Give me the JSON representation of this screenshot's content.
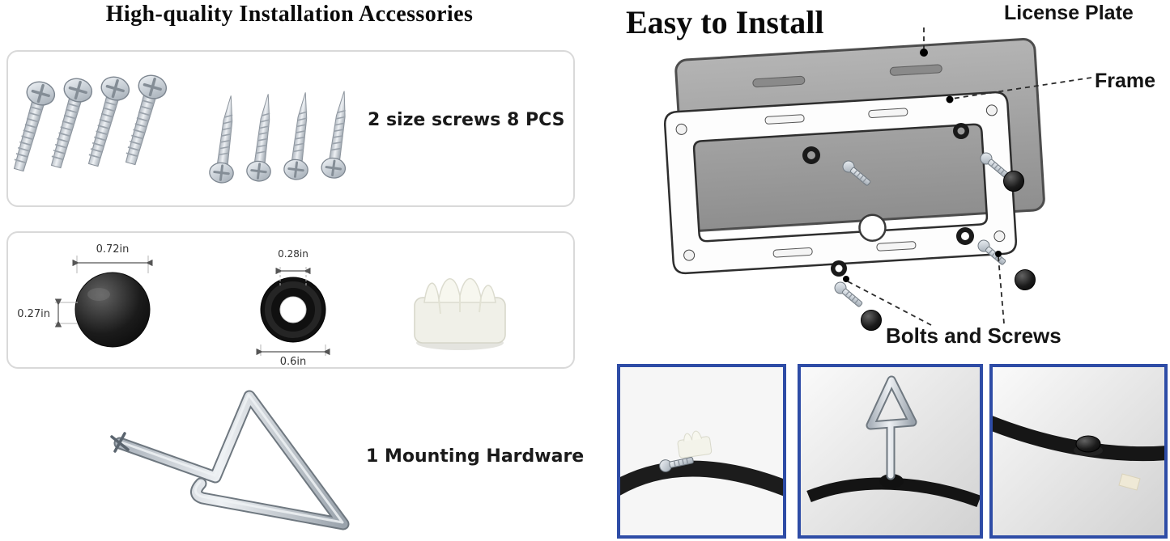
{
  "colors": {
    "photo_border": "#2e4ca6",
    "plate_gray": "#a3a3a3",
    "hardware_black": "#111111"
  },
  "left_panel": {
    "title": "High-quality Installation Accessories",
    "screws_box": {
      "label": "2 size screws 8 PCS"
    },
    "parts_box": {
      "cap_diameter": "0.72in",
      "cap_height": "0.27in",
      "grommet_hole_diameter": "0.28in",
      "grommet_diameter": "0.6in"
    },
    "mounting": {
      "label": "1 Mounting Hardware"
    }
  },
  "right_panel": {
    "title": "Easy to Install",
    "callouts": {
      "license_plate": "License Plate",
      "frame": "Frame",
      "bolts_and_screws": "Bolts and Screws"
    }
  }
}
